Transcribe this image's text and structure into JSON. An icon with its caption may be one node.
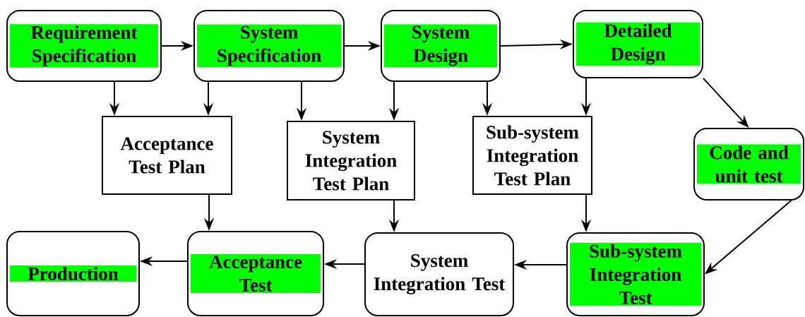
{
  "diagram": {
    "nodes": [
      {
        "text": [
          "Requirement Specification"
        ]
      },
      {
        "text": [
          "System Specification"
        ]
      },
      {
        "text": [
          "System Design"
        ]
      },
      {
        "text": [
          "Detailed Design"
        ]
      },
      {
        "text": [
          "Acceptance Test Plan"
        ]
      },
      {
        "text": [
          "System Integration Test Plan"
        ]
      },
      {
        "text": [
          "Sub-system Integration Test Plan"
        ]
      },
      {
        "text": [
          "Code and unit test"
        ]
      },
      {
        "text": [
          "Production"
        ]
      },
      {
        "text": [
          "Acceptance Test"
        ]
      },
      {
        "text": [
          "System Integration Test"
        ]
      },
      {
        "text": [
          "Sub-system Integration Test"
        ]
      }
    ],
    "edges": [
      {
        "from": 0,
        "to": 1,
        "arrow": "to"
      },
      {
        "from": 1,
        "to": 2,
        "arrow": "to"
      },
      {
        "from": 2,
        "to": 3,
        "arrow": "to"
      },
      {
        "from": 0,
        "to": 4,
        "arrow": "to"
      },
      {
        "from": 1,
        "to": 4,
        "arrow": "to"
      },
      {
        "from": 1,
        "to": 5,
        "arrow": "to"
      },
      {
        "from": 2,
        "to": 5,
        "arrow": "to"
      },
      {
        "from": 2,
        "to": 6,
        "arrow": "to"
      },
      {
        "from": 3,
        "to": 6,
        "arrow": "to"
      },
      {
        "from": 3,
        "to": 7,
        "arrow": "to"
      },
      {
        "from": 4,
        "to": 9,
        "arrow": "to"
      },
      {
        "from": 5,
        "to": 10,
        "arrow": "to"
      },
      {
        "from": 6,
        "to": 11,
        "arrow": "to"
      },
      {
        "from": 7,
        "to": 11,
        "arrow": "to"
      },
      {
        "from": 11,
        "to": 10,
        "arrow": "to"
      },
      {
        "from": 10,
        "to": 9,
        "arrow": "to"
      },
      {
        "from": 9,
        "to": 8,
        "arrow": "to"
      }
    ]
  }
}
